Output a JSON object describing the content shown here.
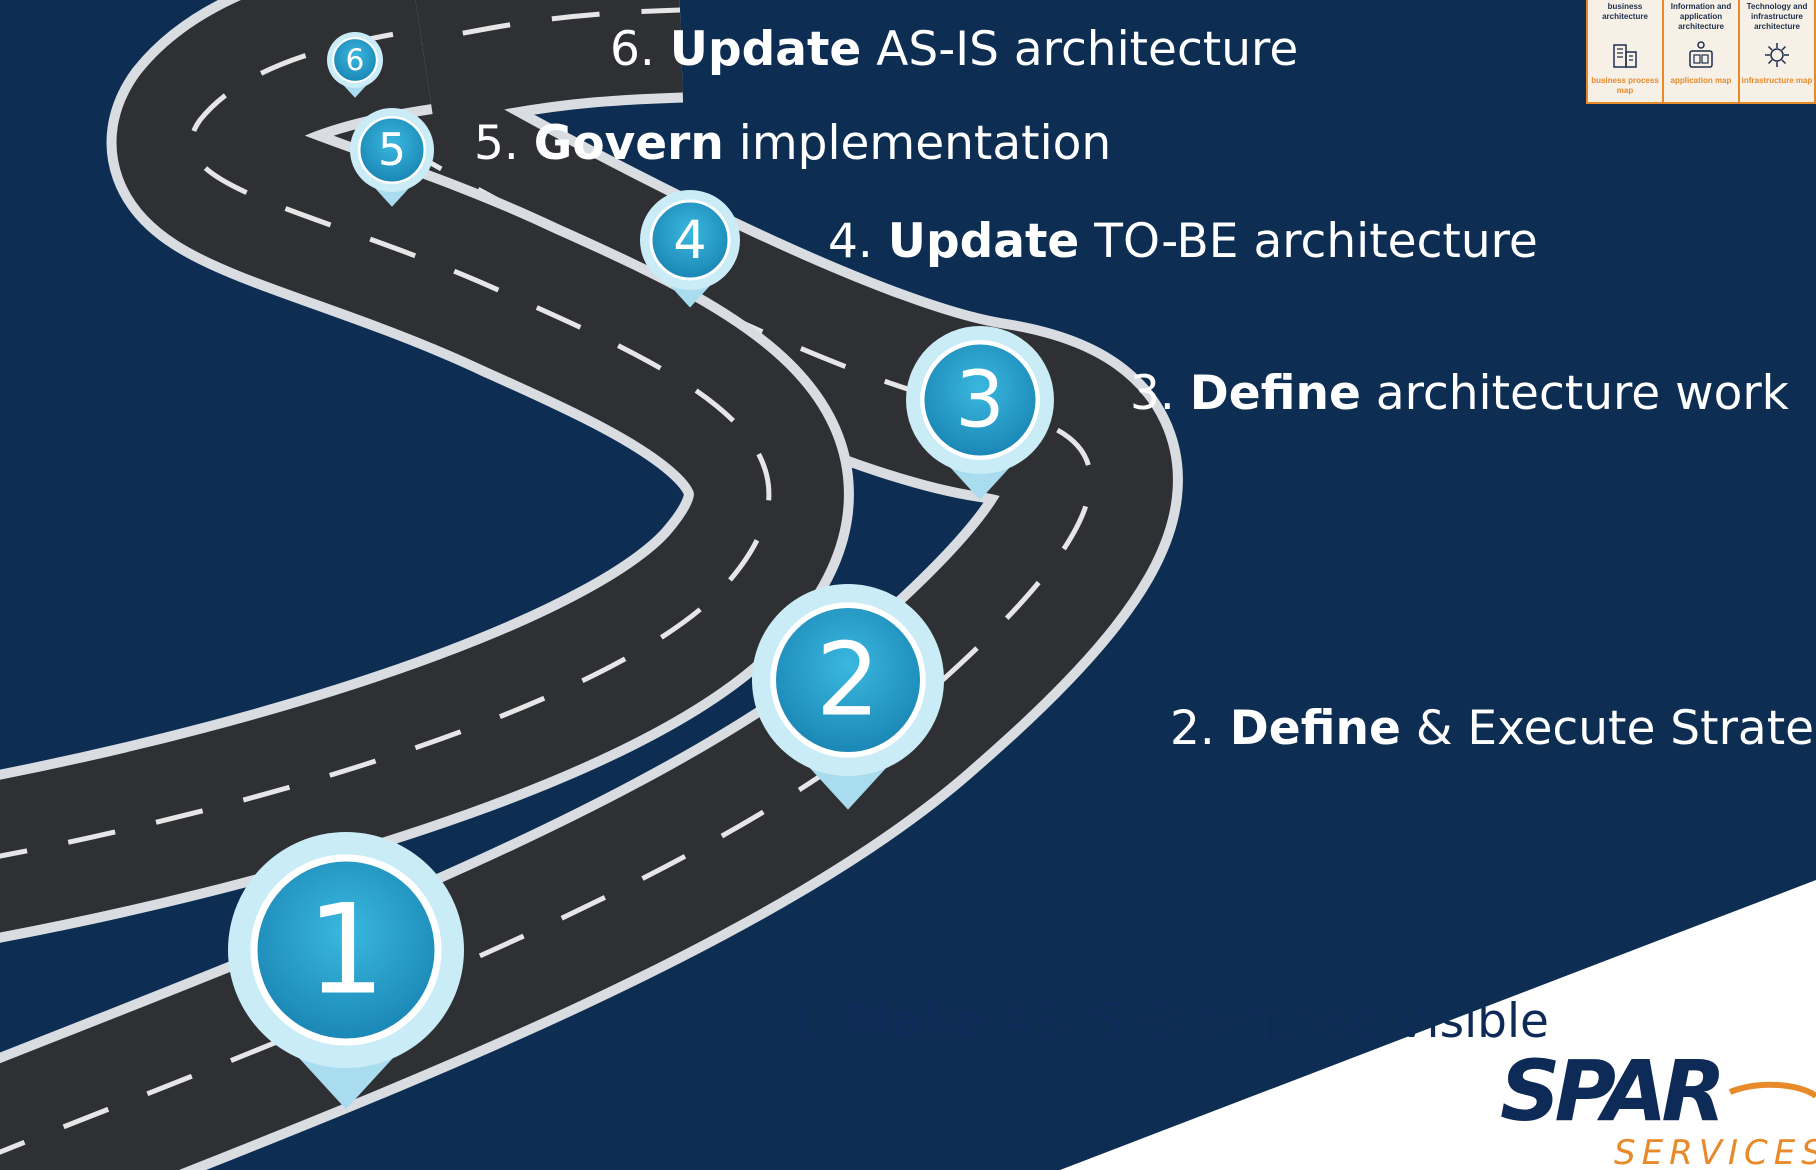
{
  "steps": [
    {
      "number": "6",
      "bold": "Update",
      "rest": "AS-IS architecture"
    },
    {
      "number": "5",
      "bold": "Govern",
      "rest": "implementation"
    },
    {
      "number": "4",
      "bold": "Update",
      "rest": "TO-BE architecture"
    },
    {
      "number": "3",
      "bold": "Define",
      "rest": "architecture work"
    },
    {
      "number": "2",
      "bold": "Define",
      "rest": "& Execute Strategy"
    },
    {
      "number": "1",
      "bold": "Make",
      "rest": "AS-IS Enterprise Visible"
    }
  ],
  "legend": [
    {
      "heading": "business architecture",
      "icon": "building-icon",
      "footer": "business process map"
    },
    {
      "heading": "Information and application architecture",
      "icon": "application-icon",
      "footer": "application map"
    },
    {
      "heading": "Technology and infrastructure architecture",
      "icon": "gear-icon",
      "footer": "infrastructure map"
    }
  ],
  "logo": {
    "main": "SPAR",
    "sub": "SERVICES"
  },
  "colors": {
    "background": "#0d2e52",
    "road": "#2f3034",
    "pin": "#2aa3cf",
    "accent": "#e8892a",
    "dark_text": "#0e2a56"
  }
}
